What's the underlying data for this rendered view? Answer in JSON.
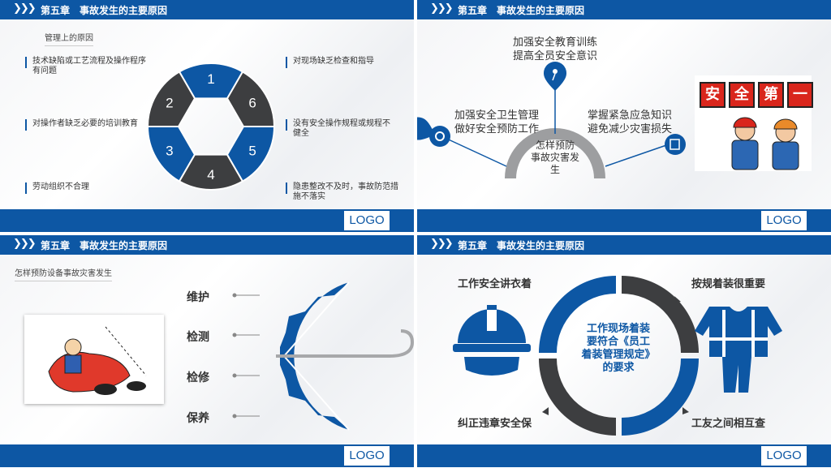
{
  "common": {
    "chapter_title": "第五章　事故发生的主要原因",
    "logo": "LOGO",
    "chevrons": "❯❯❯"
  },
  "panel1": {
    "subtitle": "管理上的原因",
    "items_left": [
      "技术缺陷或工艺流程及操作程序有问题",
      "对操作者缺乏必要的培训教育",
      "劳动组织不合理"
    ],
    "items_right": [
      "对现场缺乏检查和指导",
      "没有安全操作规程或规程不健全",
      "隐患整改不及时，事故防范措施不落实"
    ],
    "segments": [
      "1",
      "2",
      "3",
      "4",
      "5",
      "6"
    ],
    "colors": {
      "blue": "#0d57a4",
      "gray": "#3d3e40"
    }
  },
  "panel2": {
    "top": "加强安全教育训练\n提高全员安全意识",
    "left": "加强安全卫生管理\n做好安全预防工作",
    "right": "掌握紧急应急知识\n避免减少灾害损失",
    "center": "怎样预防\n事故灾害发\n生",
    "sign_chars": [
      "安",
      "全",
      "第",
      "一"
    ]
  },
  "panel3": {
    "subtitle": "怎样预防设备事故灾害发生",
    "items": [
      "维护",
      "检测",
      "检修",
      "保养"
    ]
  },
  "panel4": {
    "top_left": "工作安全讲衣着",
    "top_right": "按规着装很重要",
    "bottom_left": "纠正违章安全保",
    "bottom_right": "工友之间相互查",
    "center": "工作现场着装\n要符合《员工\n着装管理规定》\n的要求"
  }
}
